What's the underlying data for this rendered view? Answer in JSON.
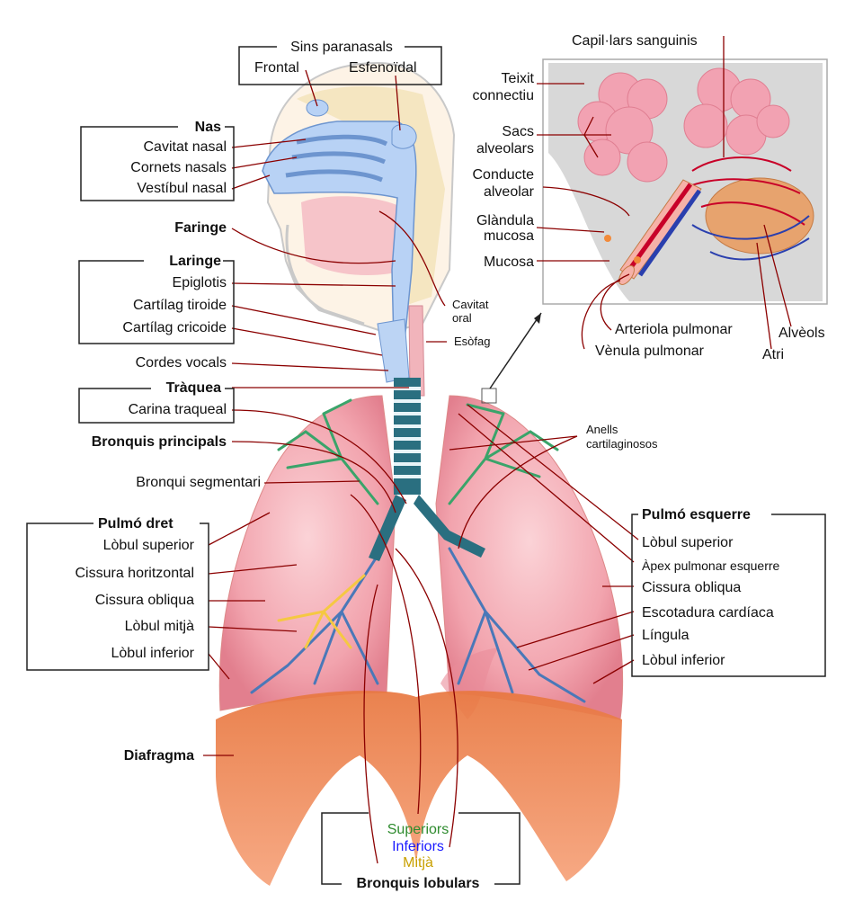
{
  "labels": {
    "sinus_group": "Sins paranasals",
    "frontal": "Frontal",
    "sphenoid": "Esfenoïdal",
    "nose_group": "Nas",
    "nasal_cavity": "Cavitat nasal",
    "nasal_conchae": "Cornets nasals",
    "nasal_vestibule": "Vestíbul nasal",
    "pharynx": "Faringe",
    "larynx_group": "Laringe",
    "epiglottis": "Epiglotis",
    "thyroid_cartilage": "Cartílag tiroide",
    "cricoid_cartilage": "Cartílag cricoide",
    "vocal_cords": "Cordes vocals",
    "oral_cavity_1": "Cavitat",
    "oral_cavity_2": "oral",
    "esophagus": "Esòfag",
    "trachea_group": "Tràquea",
    "carina": "Carina traqueal",
    "main_bronchi": "Bronquis principals",
    "cartilage_rings_1": "Anells",
    "cartilage_rings_2": "cartilaginosos",
    "segmental_bronchus": "Bronqui segmentari",
    "right_lung_group": "Pulmó dret",
    "right_superior_lobe": "Lòbul superior",
    "horizontal_fissure": "Cissura horitzontal",
    "right_oblique_fissure": "Cissura obliqua",
    "middle_lobe": "Lòbul mitjà",
    "right_inferior_lobe": "Lòbul inferior",
    "diaphragm": "Diafragma",
    "left_lung_group": "Pulmó esquerre",
    "left_superior_lobe": "Lòbul superior",
    "left_apex": "Àpex pulmonar esquerre",
    "left_oblique_fissure": "Cissura obliqua",
    "cardiac_notch": "Escotadura cardíaca",
    "lingula": "Língula",
    "left_inferior_lobe": "Lòbul inferior",
    "lobar_superior": "Superiors",
    "lobar_inferior": "Inferiors",
    "lobar_middle": "Mitjà",
    "lobar_group": "Bronquis lobulars"
  },
  "inset": {
    "blood_capillaries": "Capil·lars sanguinis",
    "connective_tissue_1": "Teixit",
    "connective_tissue_2": "connectiu",
    "alveolar_sacs_1": "Sacs",
    "alveolar_sacs_2": "alveolars",
    "alveolar_duct_1": "Conducte",
    "alveolar_duct_2": "alveolar",
    "mucous_gland_1": "Glàndula",
    "mucous_gland_2": "mucosa",
    "mucosa": "Mucosa",
    "pulmonary_arteriole": "Arteriola pulmonar",
    "pulmonary_venule": "Vènula pulmonar",
    "atrium": "Atri",
    "alveoli": "Alvèols"
  },
  "colors": {
    "superior": "#2e8b2e",
    "inferior": "#1a1aff",
    "middle": "#c8a000",
    "lung_pink": "#f2a7b0",
    "airway_blue": "#a8c8f0",
    "trachea_teal": "#2a6f80",
    "diaphragm_orange": "#f28a5a"
  }
}
